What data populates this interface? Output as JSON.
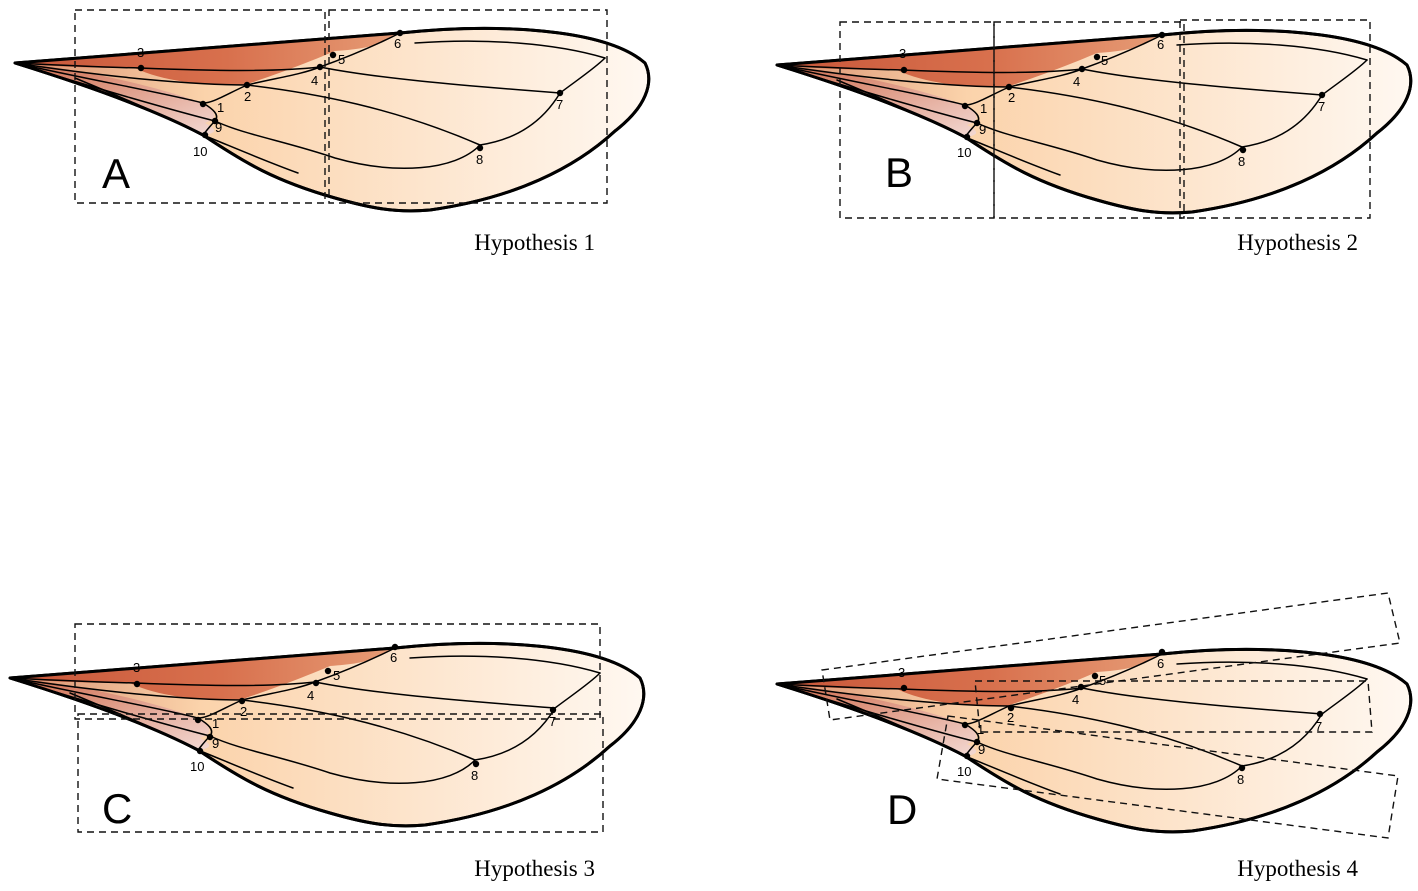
{
  "panels": [
    {
      "letter": "A",
      "caption": "Hypothesis 1"
    },
    {
      "letter": "B",
      "caption": "Hypothesis 2"
    },
    {
      "letter": "C",
      "caption": "Hypothesis 3"
    },
    {
      "letter": "D",
      "caption": "Hypothesis 4"
    }
  ],
  "landmarks": [
    "1",
    "2",
    "3",
    "4",
    "5",
    "6",
    "7",
    "8",
    "9",
    "10"
  ],
  "colors": {
    "wing_base": "#c8573a",
    "wing_mid": "#fbd3ab",
    "wing_tip": "#fff8f1",
    "outline": "#000000"
  }
}
